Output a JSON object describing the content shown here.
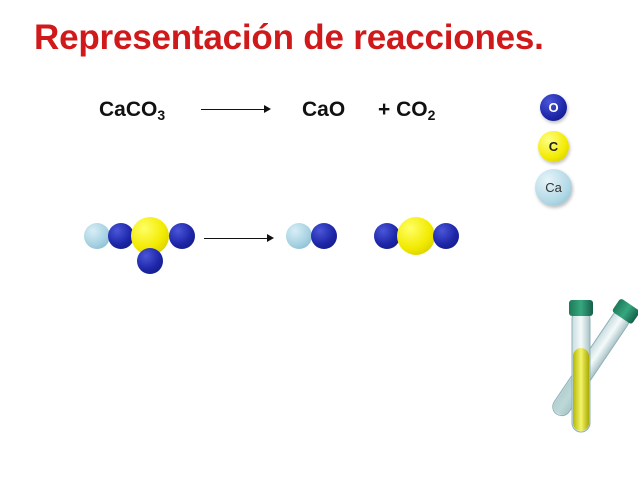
{
  "title": "Representación de reacciones.",
  "equation": {
    "reactant": {
      "base": "CaCO",
      "sub": "3"
    },
    "product1": "CaO",
    "plus": "+ CO",
    "plus_sub": "2"
  },
  "legend": [
    {
      "label": "O",
      "element": "oxygen",
      "color": "#1d26a8"
    },
    {
      "label": "C",
      "element": "carbon",
      "color": "#f2ea00"
    },
    {
      "label": "Ca",
      "element": "calcium",
      "color": "#a7d2e2"
    }
  ],
  "icons": [
    "test-tubes-icon"
  ]
}
